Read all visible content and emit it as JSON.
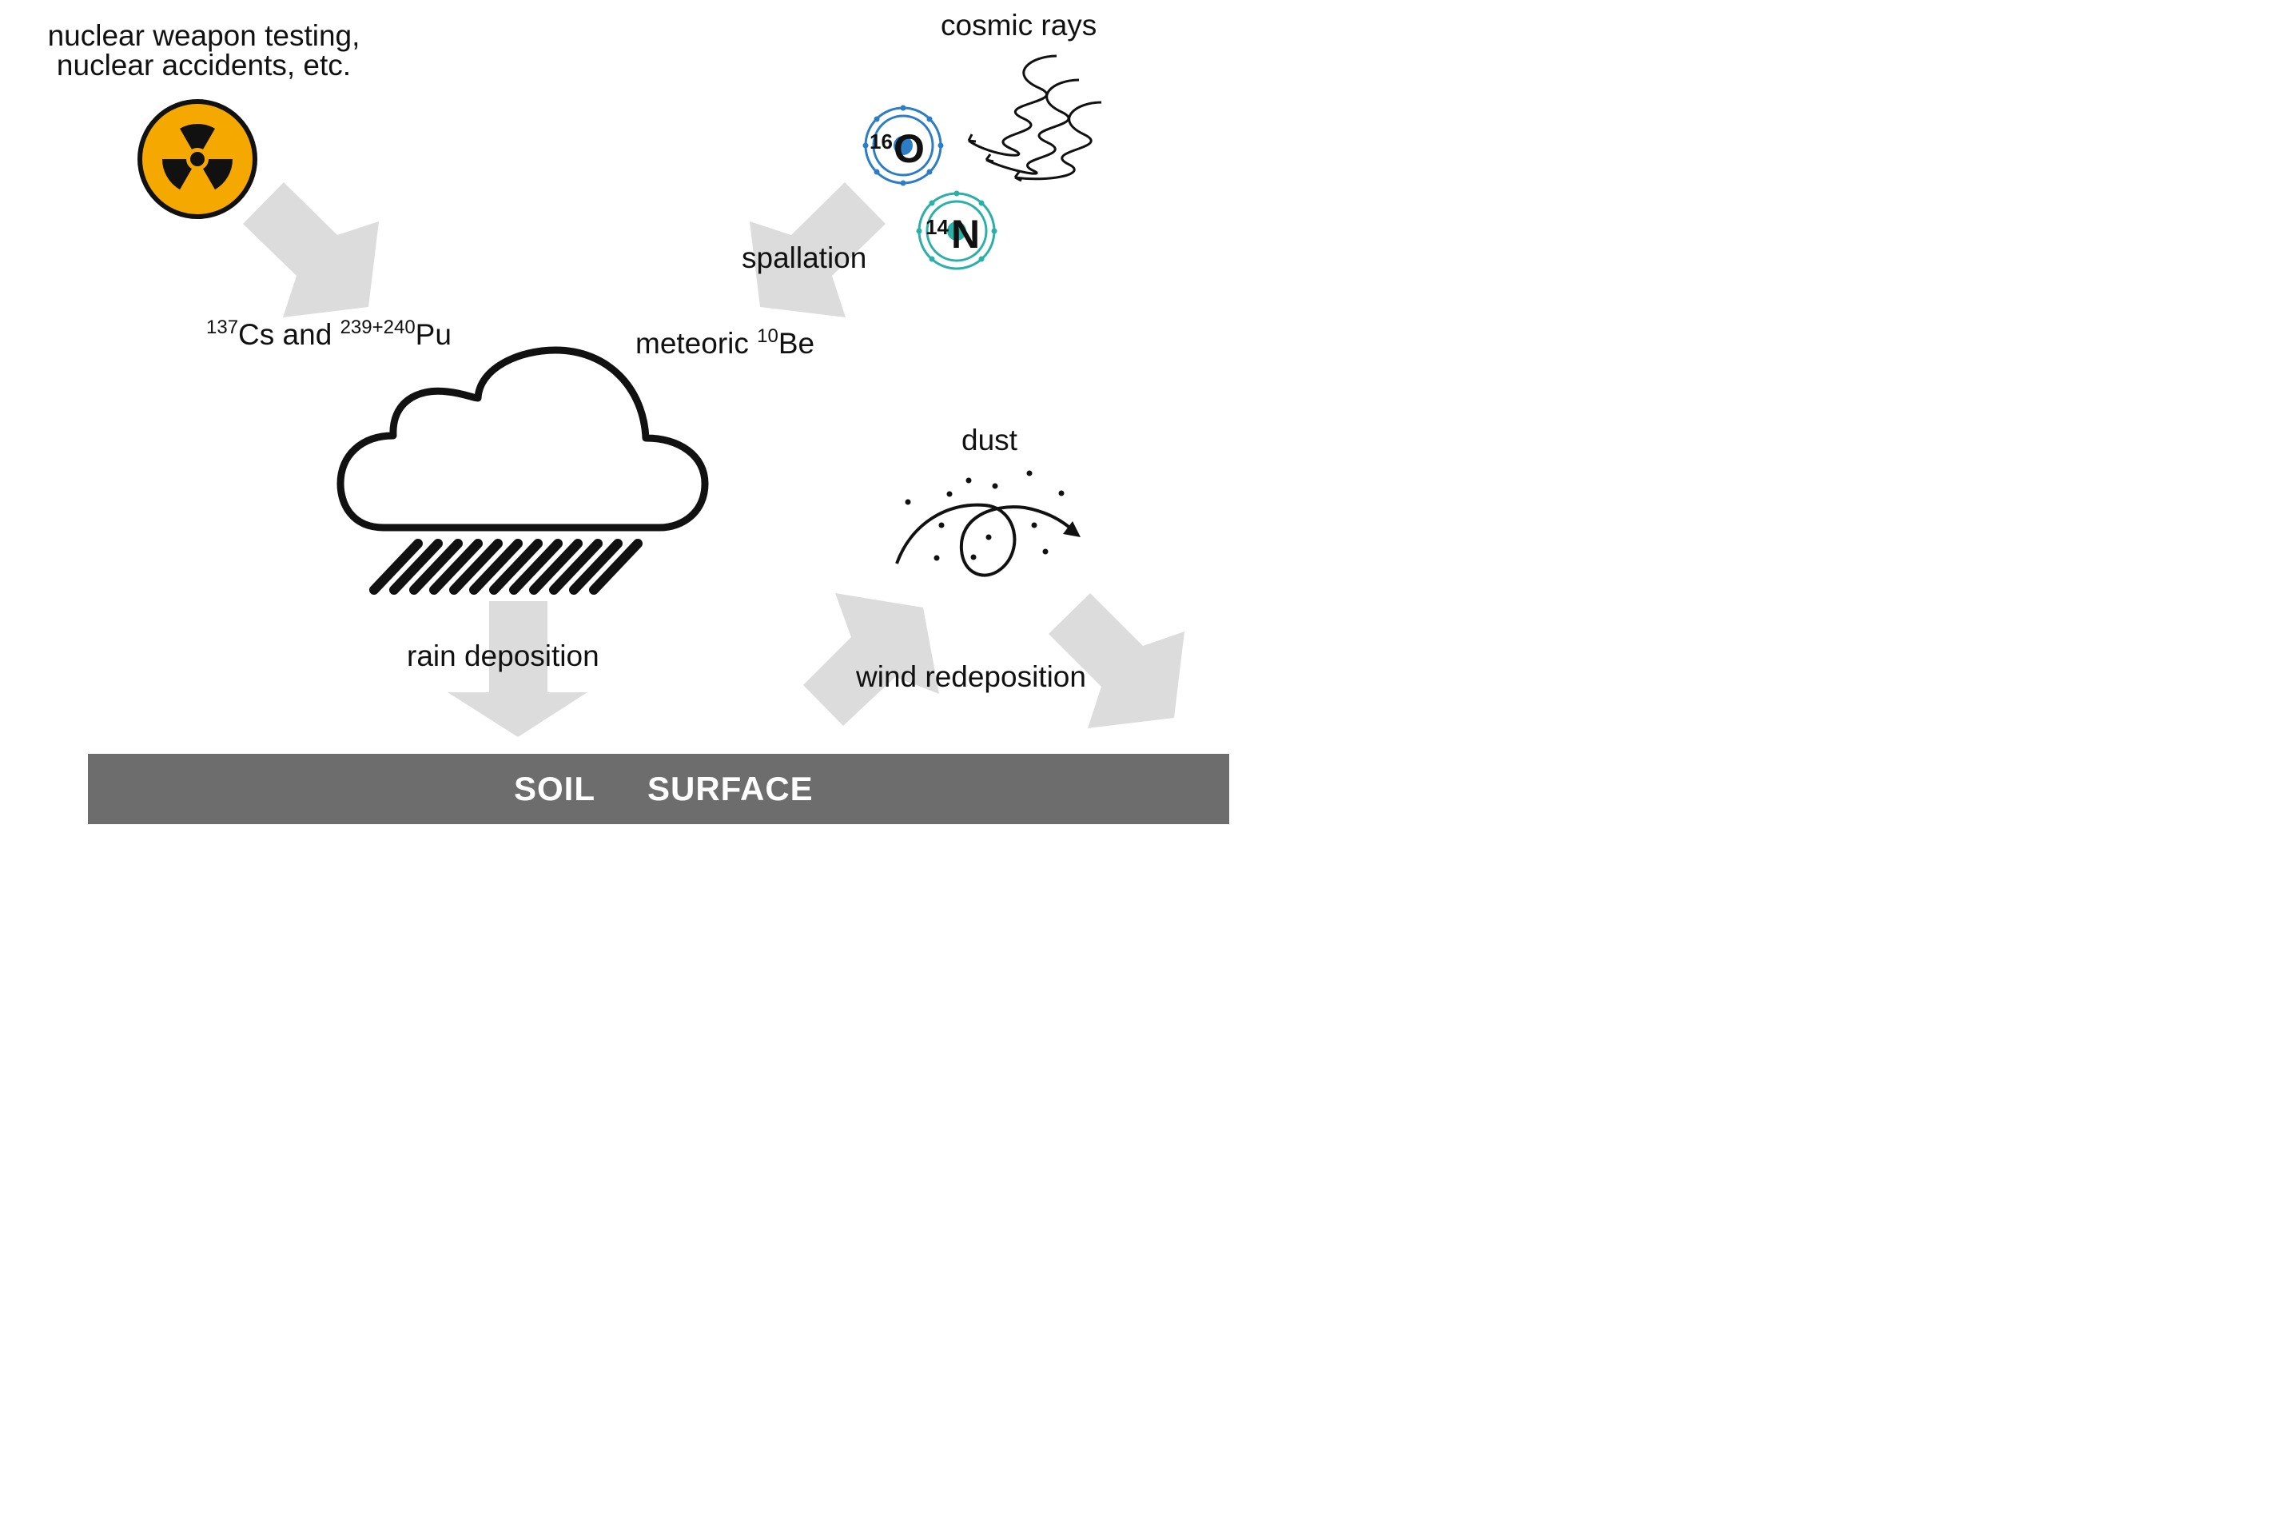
{
  "labels": {
    "sources_line1": "nuclear weapon testing,",
    "sources_line2": "nuclear accidents, etc.",
    "cosmic_rays": "cosmic rays",
    "spallation": "spallation",
    "fallout_isotope_1_mass": "137",
    "fallout_isotope_1_symbol": "Cs and",
    "fallout_isotope_2_mass": "239+240",
    "fallout_isotope_2_symbol": "Pu",
    "meteoric_prefix": "meteoric",
    "meteoric_isotope_mass": "10",
    "meteoric_isotope_symbol": "Be",
    "dust": "dust",
    "rain_deposition": "rain deposition",
    "wind_redeposition": "wind redeposition",
    "soil_word_1": "SOIL",
    "soil_word_2": "SURFACE"
  },
  "atoms": {
    "oxygen": {
      "mass": "16",
      "symbol": "O"
    },
    "nitrogen": {
      "mass": "14",
      "symbol": "N"
    }
  },
  "icons": {
    "radiation": "radiation-trefoil-icon",
    "cloud": "rain-cloud-icon",
    "cosmic": "wavy-cosmic-ray-icon",
    "dust": "dust-swirl-icon"
  },
  "colors": {
    "arrow": "#dcdcdc",
    "radiation_fill": "#f5a800",
    "oxygen_ring": "#2c7dc5",
    "nitrogen_ring": "#2bb0a8",
    "soil": "#6e6d6d",
    "ink": "#111111"
  }
}
